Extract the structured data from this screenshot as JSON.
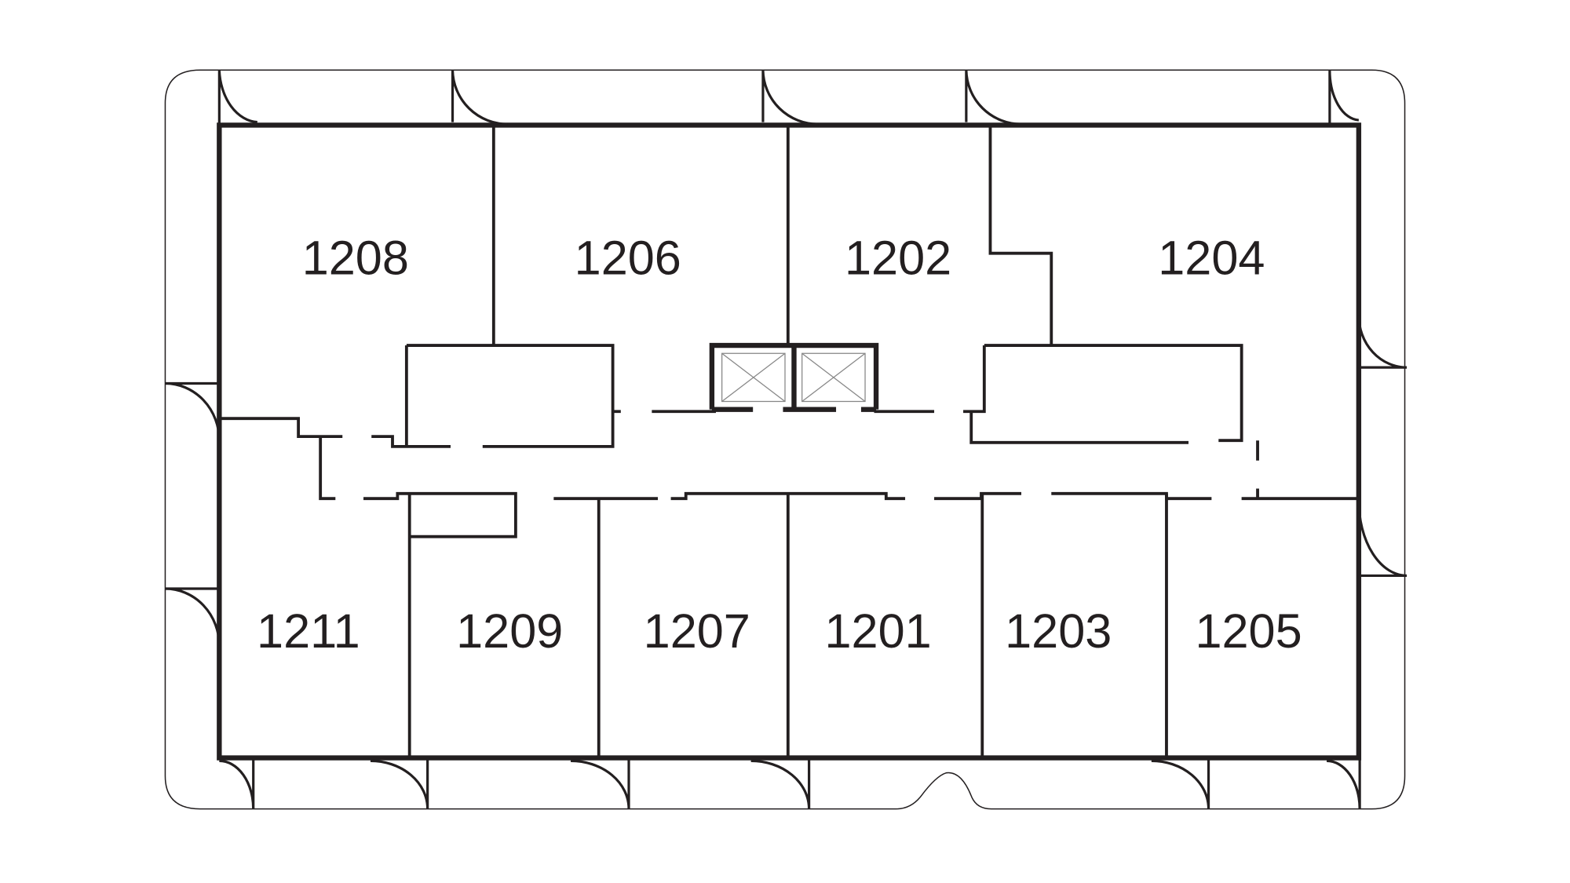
{
  "floor_plan": {
    "rooms_top": [
      {
        "number": "1208"
      },
      {
        "number": "1206"
      },
      {
        "number": "1202"
      },
      {
        "number": "1204"
      }
    ],
    "rooms_bottom": [
      {
        "number": "1211"
      },
      {
        "number": "1209"
      },
      {
        "number": "1207"
      },
      {
        "number": "1201"
      },
      {
        "number": "1203"
      },
      {
        "number": "1205"
      }
    ],
    "line_color": "#231f20"
  }
}
